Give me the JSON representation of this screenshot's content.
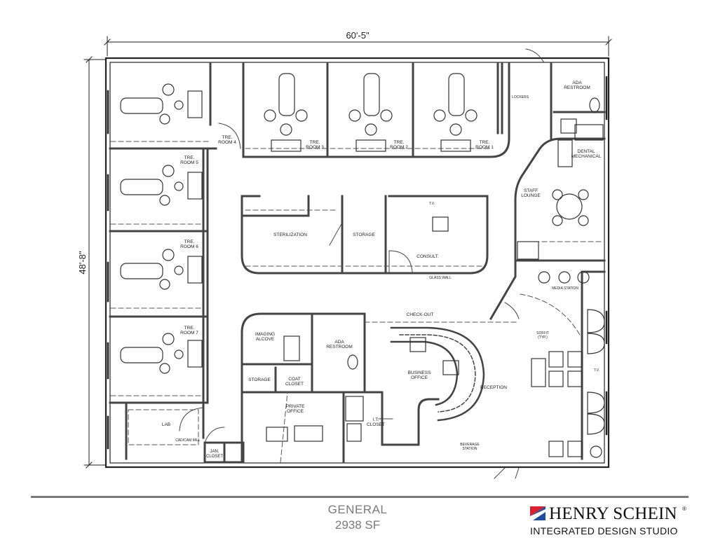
{
  "dimensions": {
    "width_label": "60'-5\"",
    "height_label": "48'-8\""
  },
  "rooms": {
    "tre4": [
      "TRE.",
      "ROOM 4"
    ],
    "tre3": [
      "TRE.",
      "ROOM 3"
    ],
    "tre2": [
      "TRE.",
      "ROOM 2"
    ],
    "tre1": [
      "TRE.",
      "ROOM 1"
    ],
    "tre5": [
      "TRE.",
      "ROOM 5"
    ],
    "tre6": [
      "TRE.",
      "ROOM 6"
    ],
    "tre7": [
      "TRE.",
      "ROOM 7"
    ],
    "lockers": "LOCKERS",
    "ada_top": [
      "ADA",
      "RESTROOM"
    ],
    "dental_mech": [
      "DENTAL",
      "MECHANICAL"
    ],
    "staff_lounge": [
      "STAFF",
      "LOUNGE"
    ],
    "sterilization": "STERILIZATION",
    "storage_center": "STORAGE",
    "tv_consult": "T.V.",
    "consult": "CONSULT.",
    "glass_wall": "GLASS WALL",
    "media_station": "MEDIA STATION",
    "check_out": "CHECK-OUT",
    "soffit": [
      "SOFFIT",
      "(TYP.)"
    ],
    "tv_reception": "T.V.",
    "imaging": [
      "IMAGING",
      "ALCOVE"
    ],
    "ada_center": [
      "ADA",
      "RESTROOM"
    ],
    "business": [
      "BUSINESS",
      "OFFICE"
    ],
    "reception": "RECEPTION",
    "storage_small": "STORAGE",
    "coat": [
      "COAT",
      "CLOSET"
    ],
    "private": [
      "PRIVATE",
      "OFFICE"
    ],
    "it_closet": [
      "I.T.",
      "CLOSET"
    ],
    "lab": "LAB",
    "cadcam": "CAD/CAM MILL",
    "jan": [
      "JAN.",
      "CLOSET"
    ],
    "beverage": [
      "BEVERAGE",
      "STATION"
    ]
  },
  "footer": {
    "plan_name": "GENERAL",
    "area": "2938 SF"
  },
  "brand": {
    "name": "HENRY SCHEIN",
    "registered": "®",
    "subtitle": "INTEGRATED DESIGN STUDIO",
    "colors": {
      "red": "#d8202f",
      "blue": "#1f4e9c"
    }
  }
}
